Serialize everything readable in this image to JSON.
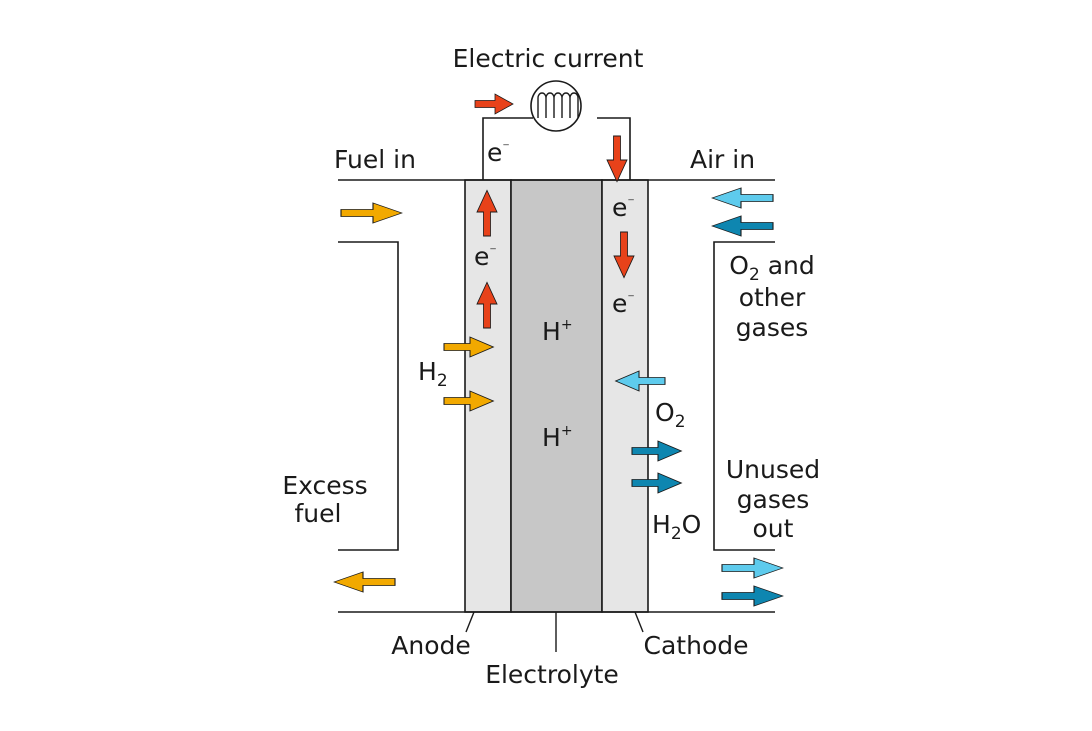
{
  "labels": {
    "electric_current": "Electric current",
    "fuel_in": "Fuel in",
    "air_in": "Air in",
    "electron": "e",
    "electron_charge": "⁻",
    "hydrogen_ion": "H",
    "ion_charge": "+",
    "h2_main": "H",
    "h2_sub": "2",
    "o2_main": "O",
    "o2_sub": "2",
    "o2_other_line1_rest": " and",
    "o2_other_line2": "other",
    "o2_other_line3": "gases",
    "water_h": "H",
    "water_sub": "2",
    "water_o": "O",
    "excess_fuel_line1": "Excess",
    "excess_fuel_line2": "fuel",
    "unused_line1": "Unused",
    "unused_line2": "gases",
    "unused_line3": "out",
    "anode": "Anode",
    "electrolyte": "Electrolyte",
    "cathode": "Cathode"
  },
  "colors": {
    "fuel_arrow": "#f2a900",
    "electron_arrow": "#e8421a",
    "air_arrow_light": "#5ecbed",
    "air_arrow_dark": "#0e86b0",
    "electrode_fill": "#e6e6e6",
    "electrolyte_fill": "#c7c7c7",
    "stroke": "#1a1a1a"
  }
}
